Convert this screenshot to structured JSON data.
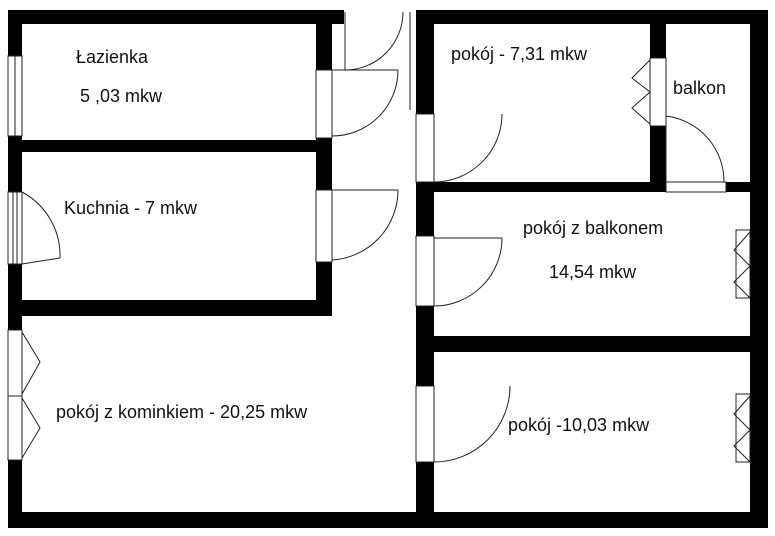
{
  "rooms": {
    "bathroom": {
      "name": "Łazienka",
      "area": "5 ,03 mkw"
    },
    "kitchen": {
      "label": "Kuchnia - 7 mkw"
    },
    "room_small": {
      "label": "pokój - 7,31 mkw"
    },
    "balcony": {
      "label": "balkon"
    },
    "room_balcony": {
      "name": "pokój z balkonem",
      "area": "14,54 mkw"
    },
    "room_fireplace": {
      "label": "pokój z kominkiem - 20,25 mkw"
    },
    "room_medium": {
      "label": "pokój -10,03 mkw"
    }
  },
  "colors": {
    "wall": "#000000",
    "background": "#ffffff",
    "line": "#222222"
  }
}
